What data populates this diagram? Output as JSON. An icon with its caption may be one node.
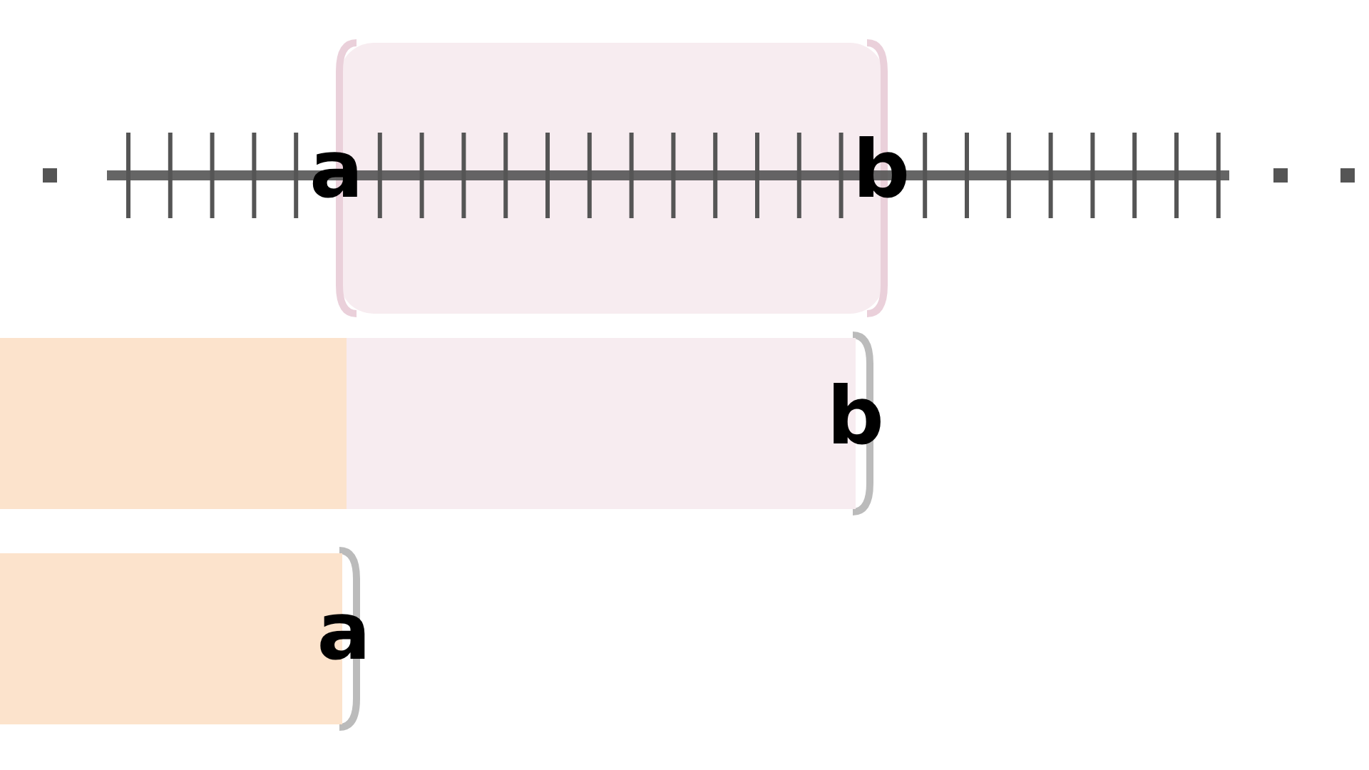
{
  "diagram": {
    "nodes": [
      {
        "text": [
          "b"
        ]
      },
      {
        "text": [
          "a"
        ]
      }
    ],
    "labels": [
      "a",
      "b"
    ]
  }
}
